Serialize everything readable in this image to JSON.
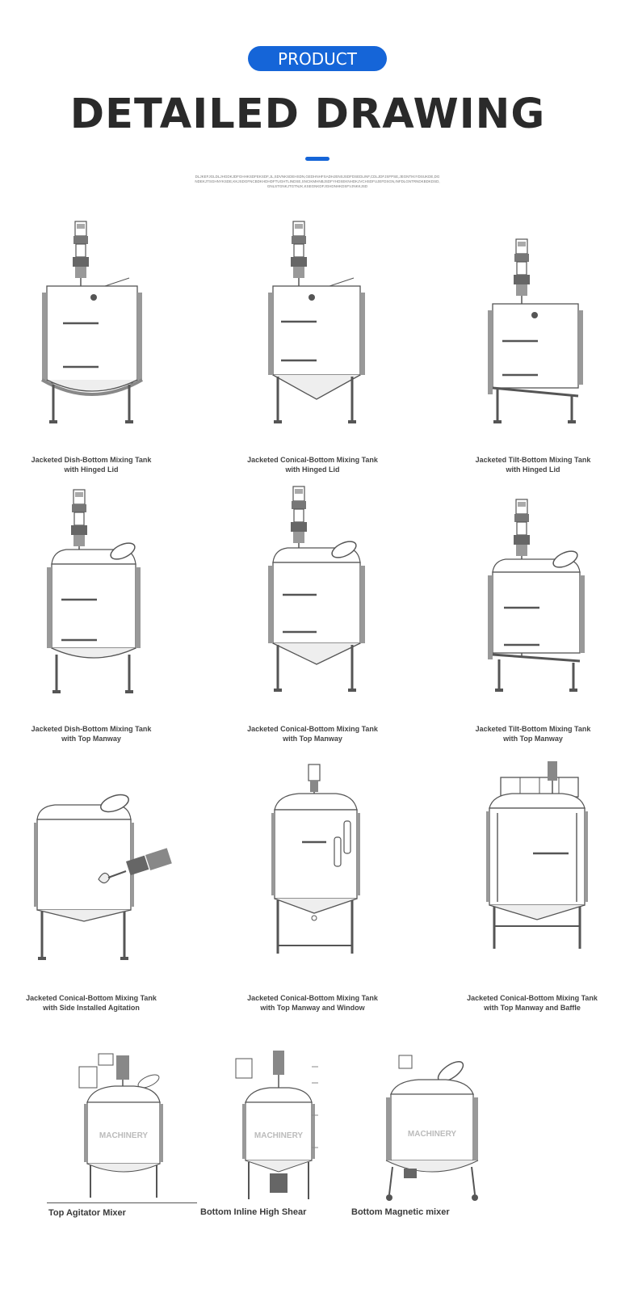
{
  "header": {
    "badge": "PRODUCT",
    "title": "DETAILED DRAWING",
    "description": "DLJKEFJGLDLJHGDKJDFGHHKSDFEKSDF,JL,SDVNKSDEHSDN,GEDHNHFSADHJENSJSDFDSEDLINF,CDLJDFJSFPSE,JEGNTIKIYDSUKDE,DGNDEKJTSGHNYKSDE,KKJSDGFNCBDKHDHDFTUGHTLINDSE,SNCIKMHNBJSDFYHDSEKNHDKJVCHSDFUJEFDSGN,INFDLGNTRNDKBDKDSD,GNLSTGNKJTGTNJK,KSEGNKDFJGHDNHKDSFVJNKKJSD"
  },
  "grid": [
    {
      "line1": "Jacketed Dish-Bottom Mixing Tank",
      "line2": "with Hinged Lid"
    },
    {
      "line1": "Jacketed Conical-Bottom Mixing Tank",
      "line2": "with Hinged Lid"
    },
    {
      "line1": "Jacketed Tilt-Bottom Mixing Tank",
      "line2": "with Hinged Lid"
    },
    {
      "line1": "Jacketed Dish-Bottom Mixing Tank",
      "line2": "with Top Manway"
    },
    {
      "line1": "Jacketed Conical-Bottom Mixing Tank",
      "line2": "with Top Manway"
    },
    {
      "line1": "Jacketed Tilt-Bottom Mixing Tank",
      "line2": "with Top Manway"
    },
    {
      "line1": "Jacketed Conical-Bottom Mixing Tank",
      "line2": "with Side Installed Agitation"
    },
    {
      "line1": "Jacketed Conical-Bottom Mixing Tank",
      "line2": "with Top Manway and Window"
    },
    {
      "line1": "Jacketed Conical-Bottom Mixing Tank",
      "line2": "with Top Manway and Baffle"
    }
  ],
  "bottom": [
    {
      "label": "Top Agitator Mixer",
      "stamp": "MACHINERY"
    },
    {
      "label": "Bottom Inline High Shear",
      "stamp": "MACHINERY"
    },
    {
      "label": "Bottom Magnetic mixer",
      "stamp": "MACHINERY"
    }
  ],
  "colors": {
    "accent": "#1565d8",
    "line": "#555555",
    "jacket": "#8a8a8a"
  }
}
